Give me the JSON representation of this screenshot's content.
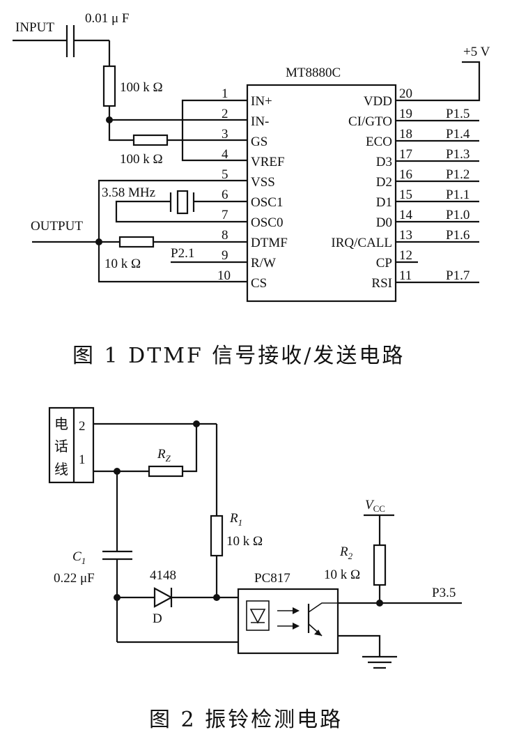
{
  "figure1": {
    "caption": "图 1   DTMF 信号接收/发送电路",
    "chip_name": "MT8880C",
    "input_label": "INPUT",
    "output_label": "OUTPUT",
    "cap_value": "0.01 μ F",
    "r_top": "100 k Ω",
    "r_gs": "100 k Ω",
    "r_out": "10 k Ω",
    "crystal": "3.58 MHz",
    "vcc": "+5 V",
    "p21": "P2.1",
    "left_pins": [
      {
        "num": "1",
        "name": "IN+"
      },
      {
        "num": "2",
        "name": "IN-"
      },
      {
        "num": "3",
        "name": "GS"
      },
      {
        "num": "4",
        "name": "VREF"
      },
      {
        "num": "5",
        "name": "VSS"
      },
      {
        "num": "6",
        "name": "OSC1"
      },
      {
        "num": "7",
        "name": "OSC0"
      },
      {
        "num": "8",
        "name": "DTMF"
      },
      {
        "num": "9",
        "name": "R/W"
      },
      {
        "num": "10",
        "name": "CS"
      }
    ],
    "right_pins": [
      {
        "num": "20",
        "name": "VDD",
        "port": ""
      },
      {
        "num": "19",
        "name": "CI/GTO",
        "port": "P1.5"
      },
      {
        "num": "18",
        "name": "ECO",
        "port": "P1.4"
      },
      {
        "num": "17",
        "name": "D3",
        "port": "P1.3"
      },
      {
        "num": "16",
        "name": "D2",
        "port": "P1.2"
      },
      {
        "num": "15",
        "name": "D1",
        "port": "P1.1"
      },
      {
        "num": "14",
        "name": "D0",
        "port": "P1.0"
      },
      {
        "num": "13",
        "name": "IRQ/CALL",
        "port": "P1.6"
      },
      {
        "num": "12",
        "name": "CP",
        "port": ""
      },
      {
        "num": "11",
        "name": "RSI",
        "port": "P1.7"
      }
    ]
  },
  "figure2": {
    "caption": "图 2   振铃检测电路",
    "line_chars": [
      "电",
      "话",
      "线"
    ],
    "pin2": "2",
    "pin1": "1",
    "rz": "R",
    "rz_sub": "Z",
    "r1": "R",
    "r1_sub": "1",
    "r1_value": "10 k Ω",
    "r2": "R",
    "r2_sub": "2",
    "r2_value": "10 k Ω",
    "c1": "C",
    "c1_sub": "1",
    "c1_value": "0.22 μF",
    "diode_part": "4148",
    "diode_label": "D",
    "opto": "PC817",
    "vcc": "V",
    "vcc_sub": "CC",
    "port": "P3.5"
  }
}
